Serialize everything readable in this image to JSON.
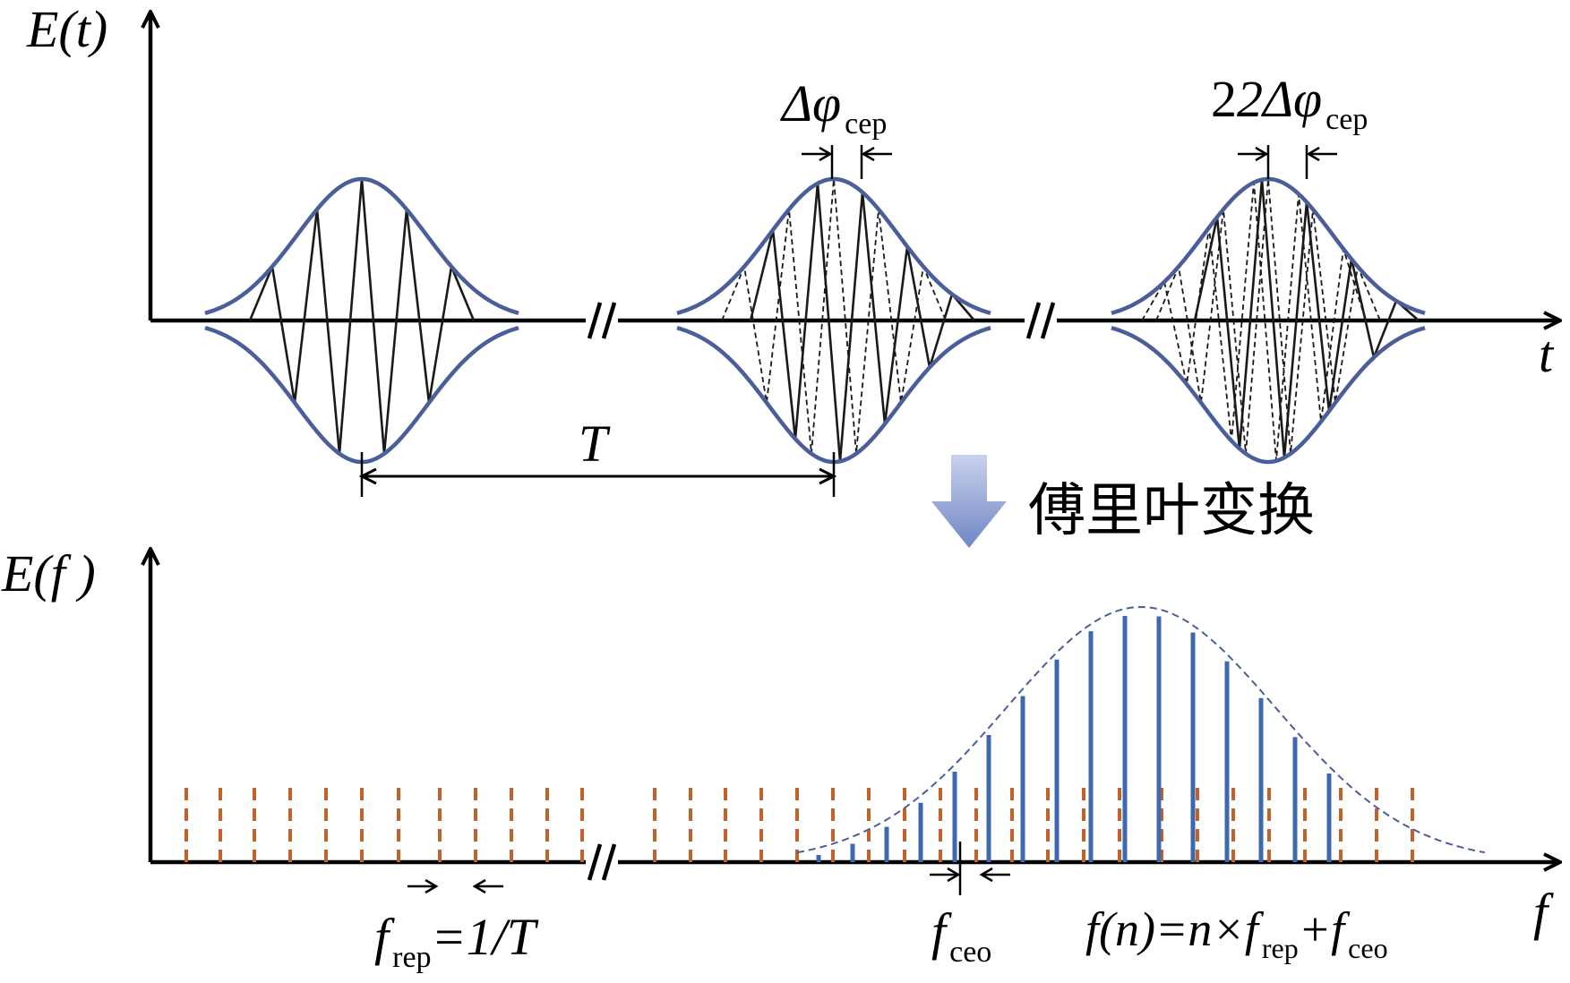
{
  "time_domain": {
    "axis_y_label": "E(t)",
    "axis_x_label": "t",
    "period_label": "T",
    "phase_label_1": {
      "main": "Δφ",
      "sub": "cep"
    },
    "phase_label_2": {
      "main": "2Δφ",
      "sub": "cep"
    }
  },
  "transform": {
    "label": "傅里叶变换"
  },
  "freq_domain": {
    "axis_y_label": "E(f )",
    "axis_x_label": "f",
    "rep_label": {
      "main": "f",
      "sub": "rep",
      "tail": "=1/T"
    },
    "ceo_label": {
      "main": "f",
      "sub": "ceo"
    },
    "formula": {
      "p1": "f(n)=n×f",
      "sub1": "rep",
      "p2": "+f",
      "sub2": "ceo"
    }
  },
  "colors": {
    "envelope": "#4a5f9a",
    "axis": "#000000",
    "carrier": "#1a1a1a",
    "comb_blue": "#3d68b0",
    "comb_orange": "#c0622a",
    "arrow_top": "#b8c4e4",
    "arrow_bottom": "#6f86c4"
  }
}
